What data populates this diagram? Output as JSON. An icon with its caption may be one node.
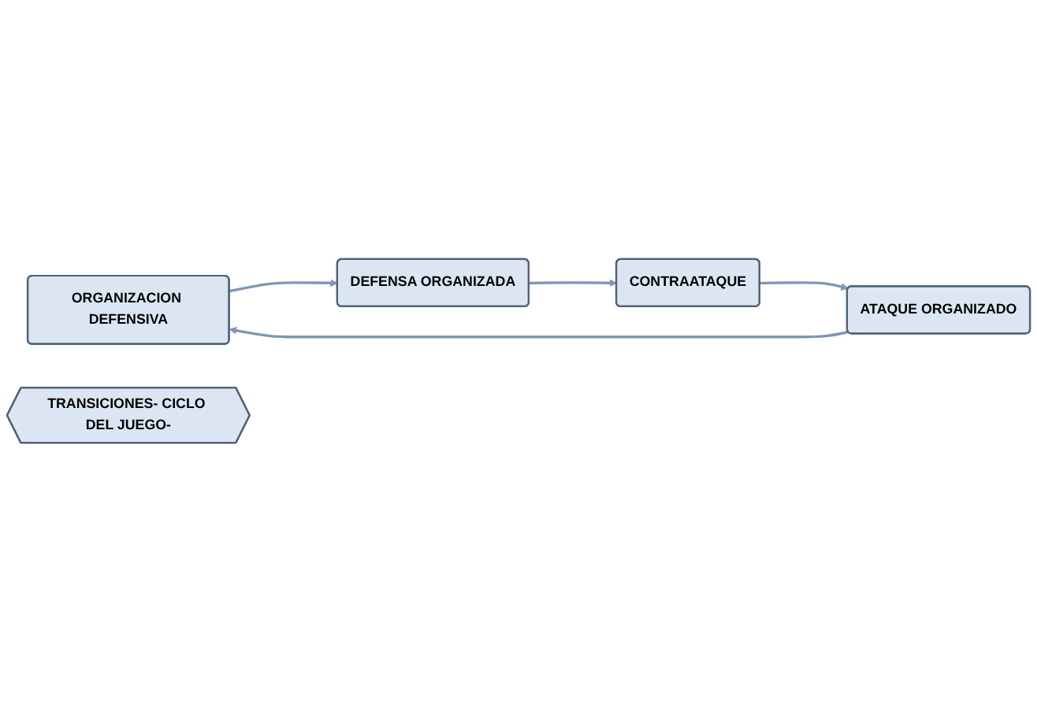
{
  "diagram": {
    "nodes": [
      {
        "text": [
          "ORGANIZACION DEFENSIVA"
        ]
      },
      {
        "text": [
          "DEFENSA ORGANIZADA"
        ]
      },
      {
        "text": [
          "CONTRAATAQUE"
        ]
      },
      {
        "text": [
          "ATAQUE ORGANIZADO"
        ]
      },
      {
        "text": [
          "TRANSICIONES- CICLO DEL JUEGO-"
        ]
      }
    ],
    "edges": [
      {
        "from": 0,
        "to": 1,
        "arrow": "to"
      },
      {
        "from": 1,
        "to": 2,
        "arrow": "to"
      },
      {
        "from": 2,
        "to": 3,
        "arrow": "to"
      },
      {
        "from": 3,
        "to": 0,
        "arrow": "to"
      }
    ]
  }
}
